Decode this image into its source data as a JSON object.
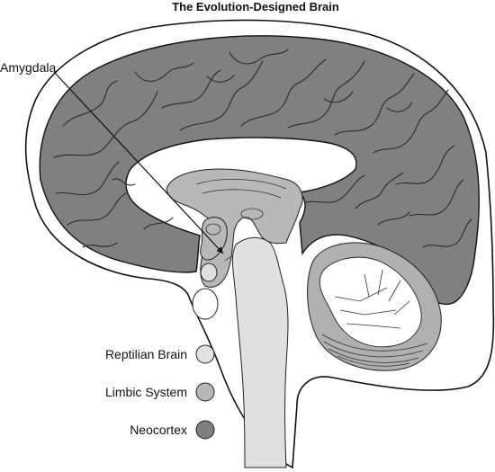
{
  "title": "The Evolution-Designed Brain",
  "callout": {
    "label": "Amygdala"
  },
  "legend": [
    {
      "label": "Reptilian Brain",
      "color": "#e2e2e2"
    },
    {
      "label": "Limbic System",
      "color": "#b7b7b7"
    },
    {
      "label": "Neocortex",
      "color": "#7f7f7f"
    }
  ],
  "colors": {
    "neocortex": "#808080",
    "limbic": "#b8b8b8",
    "reptilian": "#e0e0e0",
    "cerebellum_folia": "#ffffff"
  }
}
